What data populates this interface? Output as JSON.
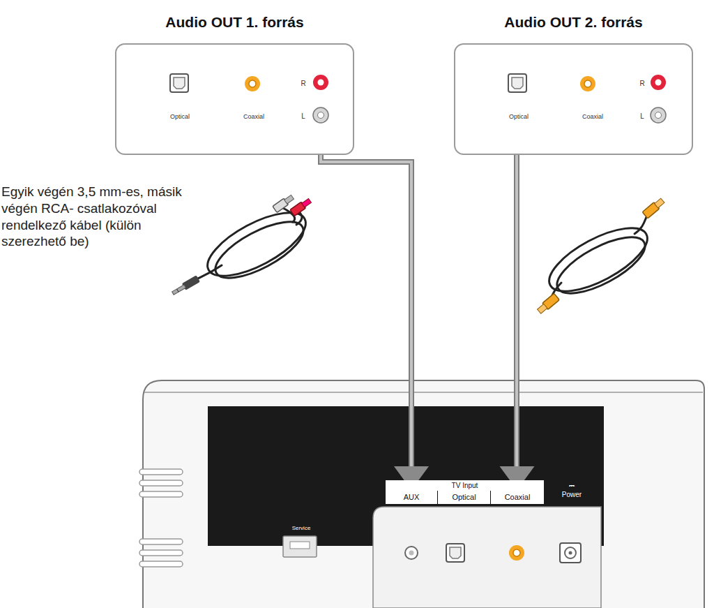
{
  "diagram": {
    "nodes": [
      {
        "text": [
          "Audio OUT 1. forrás",
          "Optical",
          "Coaxial",
          "R",
          "L"
        ]
      },
      {
        "text": [
          "Audio OUT 2. forrás",
          "Optical",
          "Coaxial",
          "R",
          "L"
        ]
      },
      {
        "text": [
          "TV Input"
        ]
      },
      {
        "text": [
          "AUX"
        ],
        "in": 2
      },
      {
        "text": [
          "Optical"
        ],
        "in": 2
      },
      {
        "text": [
          "Coaxial"
        ],
        "in": 2
      }
    ],
    "edges": [
      {
        "from": 0,
        "to": 3,
        "arrow": "to"
      },
      {
        "from": 1,
        "to": 5,
        "arrow": "to"
      }
    ],
    "labels": [
      "Egyik végén 3,5 mm-es, másik végén RCA- csatlakozóval rendelkező kábel (külön szerezhető be)",
      "Service",
      "⎓",
      "Power"
    ]
  }
}
